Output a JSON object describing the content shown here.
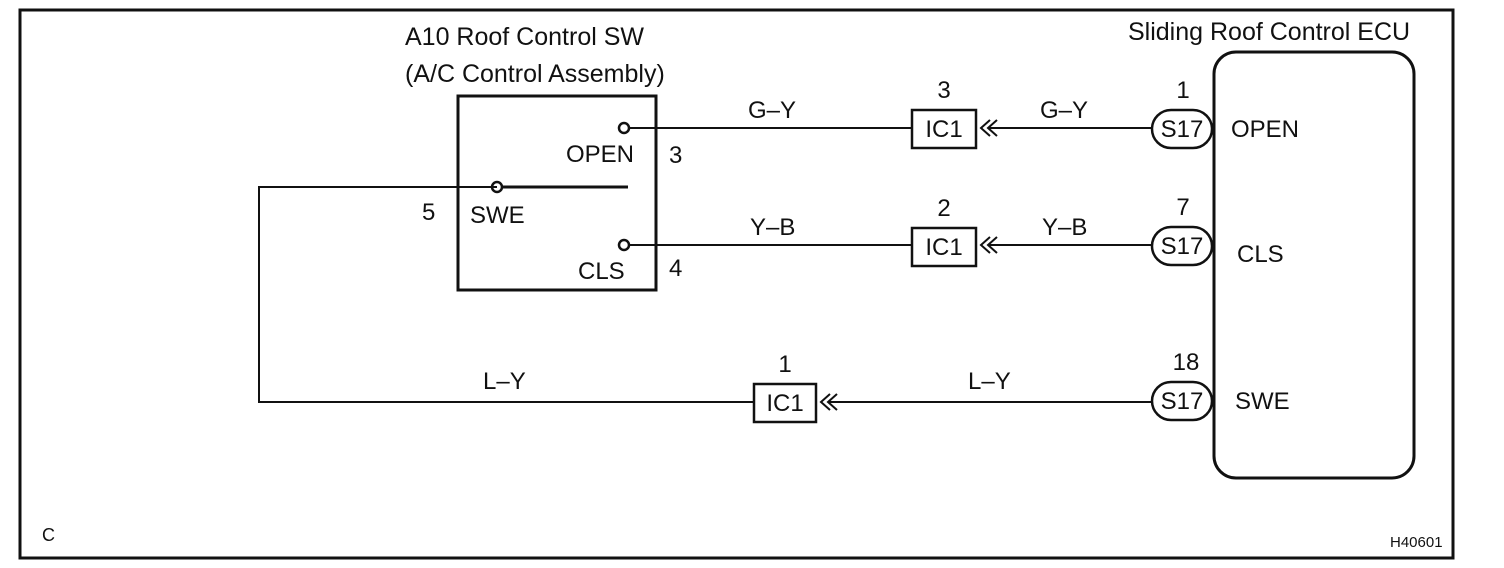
{
  "switch": {
    "title": "A10 Roof Control SW",
    "subtitle": "(A/C Control Assembly)",
    "terminals": {
      "open": {
        "label": "OPEN",
        "pin": "3"
      },
      "swe": {
        "label": "SWE",
        "pin": "5"
      },
      "cls": {
        "label": "CLS",
        "pin": "4"
      }
    }
  },
  "ecu": {
    "title": "Sliding Roof Control ECU",
    "terminals": {
      "open": {
        "label": "OPEN",
        "pin": "1",
        "connector": "S17"
      },
      "cls": {
        "label": "CLS",
        "pin": "7",
        "connector": "S17"
      },
      "swe": {
        "label": "SWE",
        "pin": "18",
        "connector": "S17"
      }
    }
  },
  "wires": {
    "open": {
      "color_left": "G–Y",
      "color_right": "G–Y",
      "junction": "IC1",
      "junction_pin": "3"
    },
    "cls": {
      "color_left": "Y–B",
      "color_right": "Y–B",
      "junction": "IC1",
      "junction_pin": "2"
    },
    "swe": {
      "color_left": "L–Y",
      "color_right": "L–Y",
      "junction": "IC1",
      "junction_pin": "1"
    }
  },
  "footer": {
    "section_letter": "C",
    "figure_id": "H40601"
  }
}
